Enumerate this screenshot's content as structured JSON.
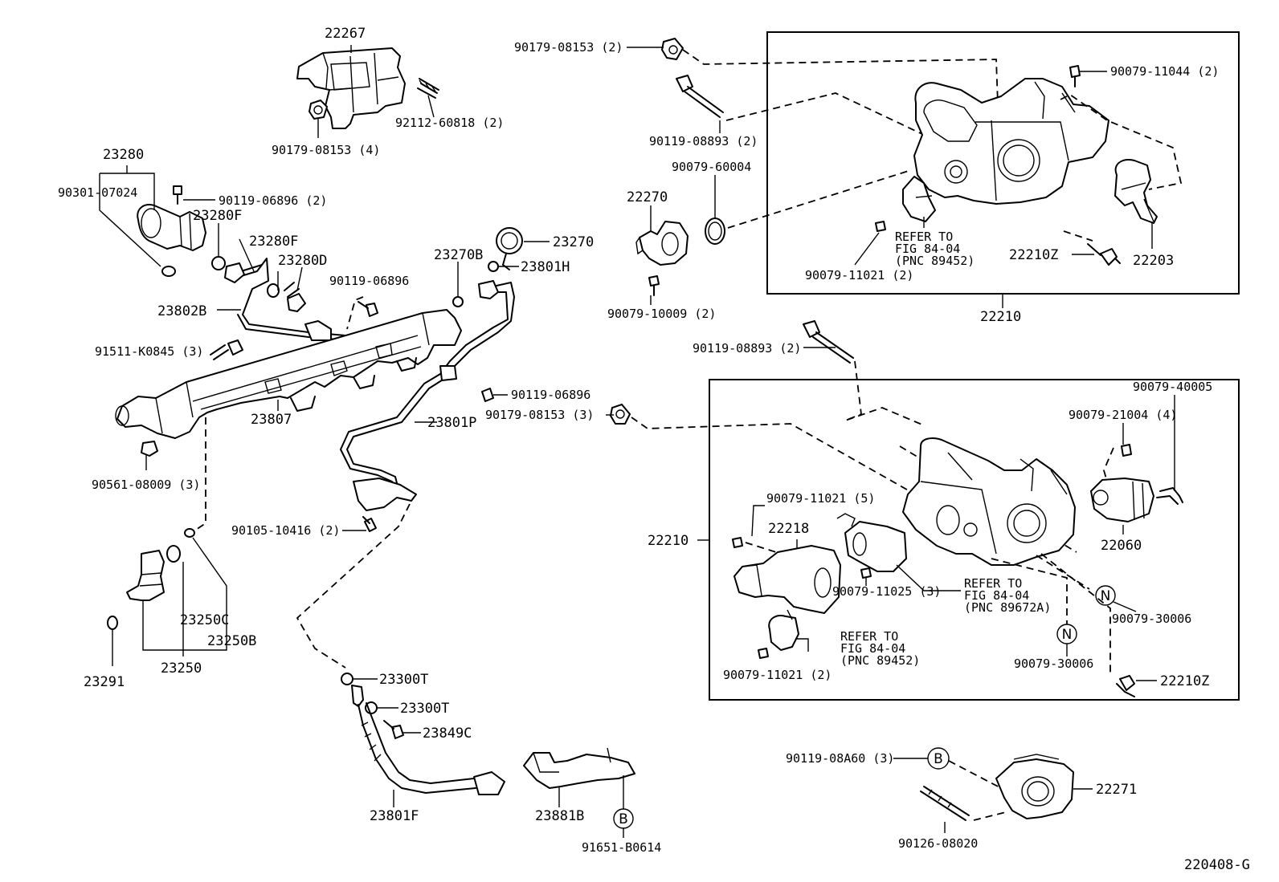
{
  "figure_id": "220408-G",
  "labels": {
    "p22267": "22267",
    "p92112": "92112-60818 (2)",
    "p90179_4": "90179-08153 (4)",
    "p23280": "23280",
    "p90301": "90301-07024",
    "p90119_06896_2": "90119-06896 (2)",
    "p23280F_a": "23280F",
    "p23280F_b": "23280F",
    "p23280D": "23280D",
    "p90119_06896_a": "90119-06896",
    "p23802B": "23802B",
    "p91511": "91511-K0845 (3)",
    "p23807": "23807",
    "p90561": "90561-08009 (3)",
    "p23270B": "23270B",
    "p23270": "23270",
    "p23801H": "23801H",
    "p90119_06896_b": "90119-06896",
    "p90179_3": "90179-08153 (3)",
    "p23801P": "23801P",
    "p90105": "90105-10416 (2)",
    "p23250C": "23250C",
    "p23250B": "23250B",
    "p23250": "23250",
    "p23291": "23291",
    "p23300T_a": "23300T",
    "p23300T_b": "23300T",
    "p23849C": "23849C",
    "p23801F": "23801F",
    "p23881B": "23881B",
    "p91651": "91651-B0614",
    "p90179_2": "90179-08153 (2)",
    "p90119_08893_2a": "90119-08893 (2)",
    "p90079_60004": "90079-60004",
    "p22270": "22270",
    "p90079_10009": "90079-10009 (2)",
    "p90079_11044": "90079-11044 (2)",
    "p90079_11021_top": "90079-11021 (2)",
    "p22210Z_top": "22210Z",
    "p22203": "22203",
    "p22210_top": "22210",
    "ref_top_1": "REFER TO",
    "ref_top_2": "FIG 84-04",
    "ref_top_3": "(PNC 89452)",
    "p90119_08893_2b": "90119-08893 (2)",
    "p90079_40005": "90079-40005",
    "p90079_21004": "90079-21004 (4)",
    "p22060": "22060",
    "p22210_mid": "22210",
    "p90079_11021_5": "90079-11021 (5)",
    "p22218": "22218",
    "ref_mid_1": "REFER TO",
    "ref_mid_2": "FIG 84-04",
    "ref_mid_3": "(PNC 89672A)",
    "p90079_11025": "90079-11025 (3)",
    "ref_bot_1": "REFER TO",
    "ref_bot_2": "FIG 84-04",
    "ref_bot_3": "(PNC 89452)",
    "p90079_11021_2b": "90079-11021 (2)",
    "p90079_30006_a": "90079-30006",
    "p90079_30006_b": "90079-30006",
    "p22210Z_bot": "22210Z",
    "p90119_08A60": "90119-08A60 (3)",
    "p22271": "22271",
    "p90126": "90126-08020",
    "marker_B": "B",
    "marker_N": "N"
  }
}
